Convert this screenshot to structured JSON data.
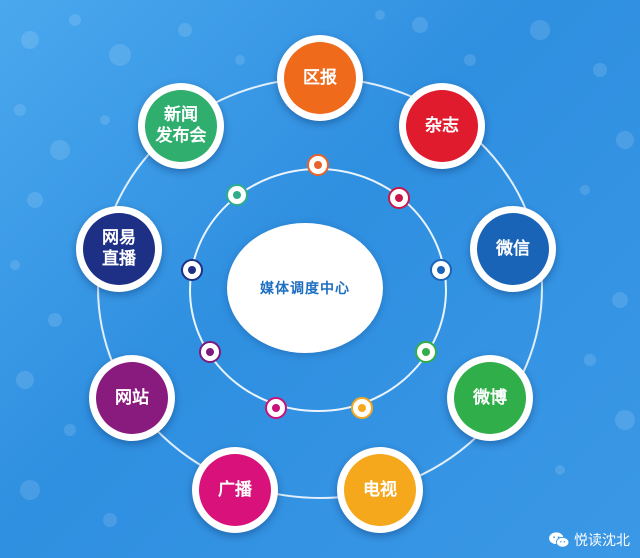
{
  "center": {
    "label": "媒体调度中心"
  },
  "nodes": [
    {
      "id": "qubao",
      "lines": [
        "区报"
      ],
      "color": "#f06a1c"
    },
    {
      "id": "zazhi",
      "lines": [
        "杂志"
      ],
      "color": "#e01b2e"
    },
    {
      "id": "weixin",
      "lines": [
        "微信"
      ],
      "color": "#1a64b8"
    },
    {
      "id": "weibo",
      "lines": [
        "微博"
      ],
      "color": "#2fae4a"
    },
    {
      "id": "dianshi",
      "lines": [
        "电视"
      ],
      "color": "#f5a81c"
    },
    {
      "id": "guangbo",
      "lines": [
        "广播"
      ],
      "color": "#d8127a"
    },
    {
      "id": "wangzhan",
      "lines": [
        "网站"
      ],
      "color": "#8a1b7e"
    },
    {
      "id": "wangyi",
      "lines": [
        "网易",
        "直播"
      ],
      "color": "#1e2f86"
    },
    {
      "id": "xinwen",
      "lines": [
        "新闻",
        "发布会"
      ],
      "color": "#2fae6e"
    }
  ],
  "connectors": [
    {
      "color": "#e8632a"
    },
    {
      "color": "#c8184a"
    },
    {
      "color": "#1a64b8"
    },
    {
      "color": "#2fae4a"
    },
    {
      "color": "#f5a81c"
    },
    {
      "color": "#c8127a"
    },
    {
      "color": "#7a1b7e"
    },
    {
      "color": "#1e2f86"
    },
    {
      "color": "#2fae8a"
    }
  ],
  "watermark": {
    "icon": "wechat-icon",
    "text": "悦读沈北"
  }
}
